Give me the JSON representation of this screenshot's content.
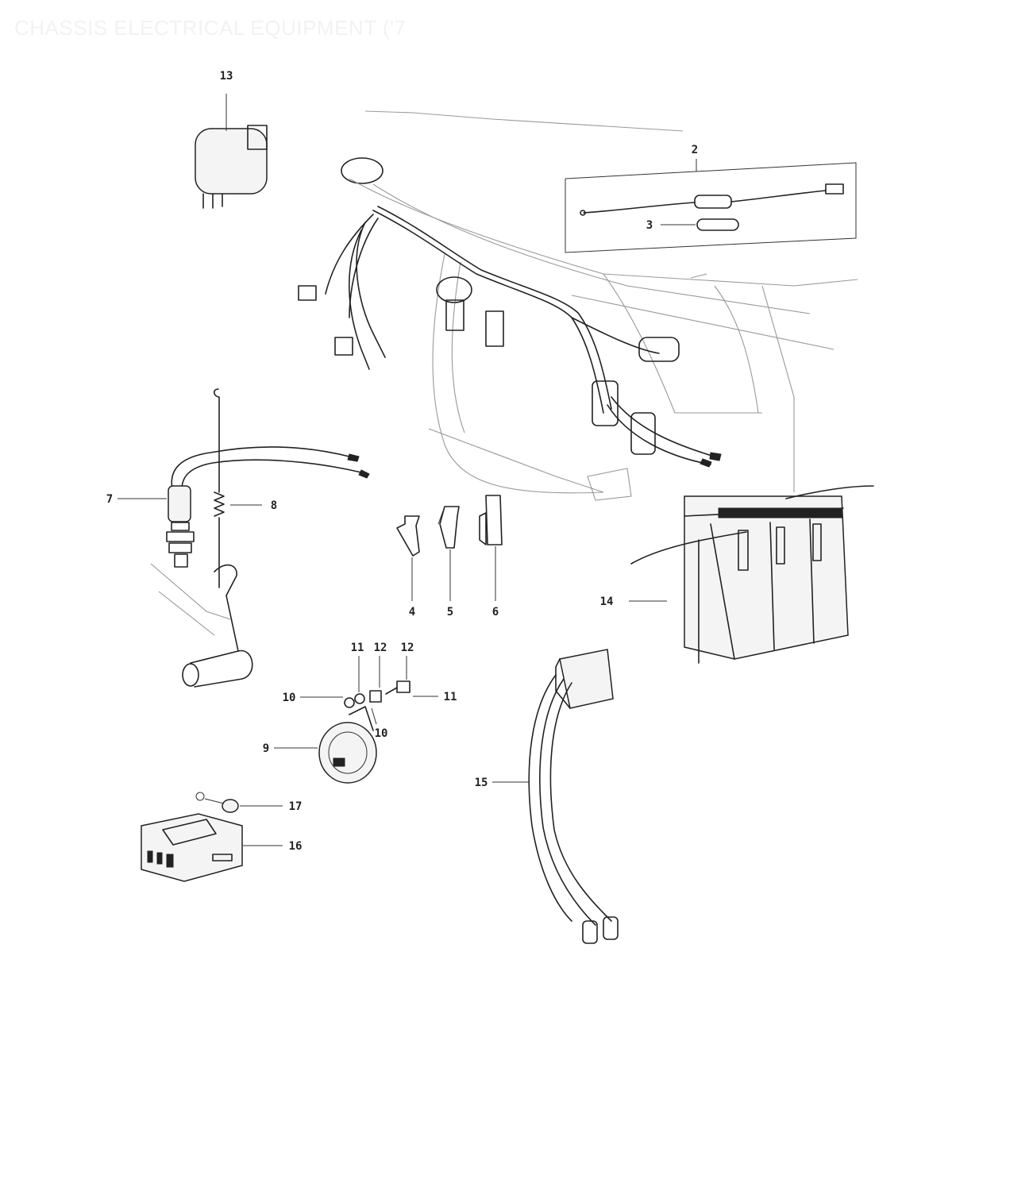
{
  "title": "CHASSIS ELECTRICAL EQUIPMENT ('7",
  "callouts": {
    "c2": "2",
    "c3": "3",
    "c4": "4",
    "c5": "5",
    "c6": "6",
    "c7": "7",
    "c8": "8",
    "c9": "9",
    "c10a": "10",
    "c10b": "10",
    "c11a": "11",
    "c11b": "11",
    "c12a": "12",
    "c12b": "12",
    "c13": "13",
    "c14": "14",
    "c15": "15",
    "c16": "16",
    "c17": "17"
  }
}
